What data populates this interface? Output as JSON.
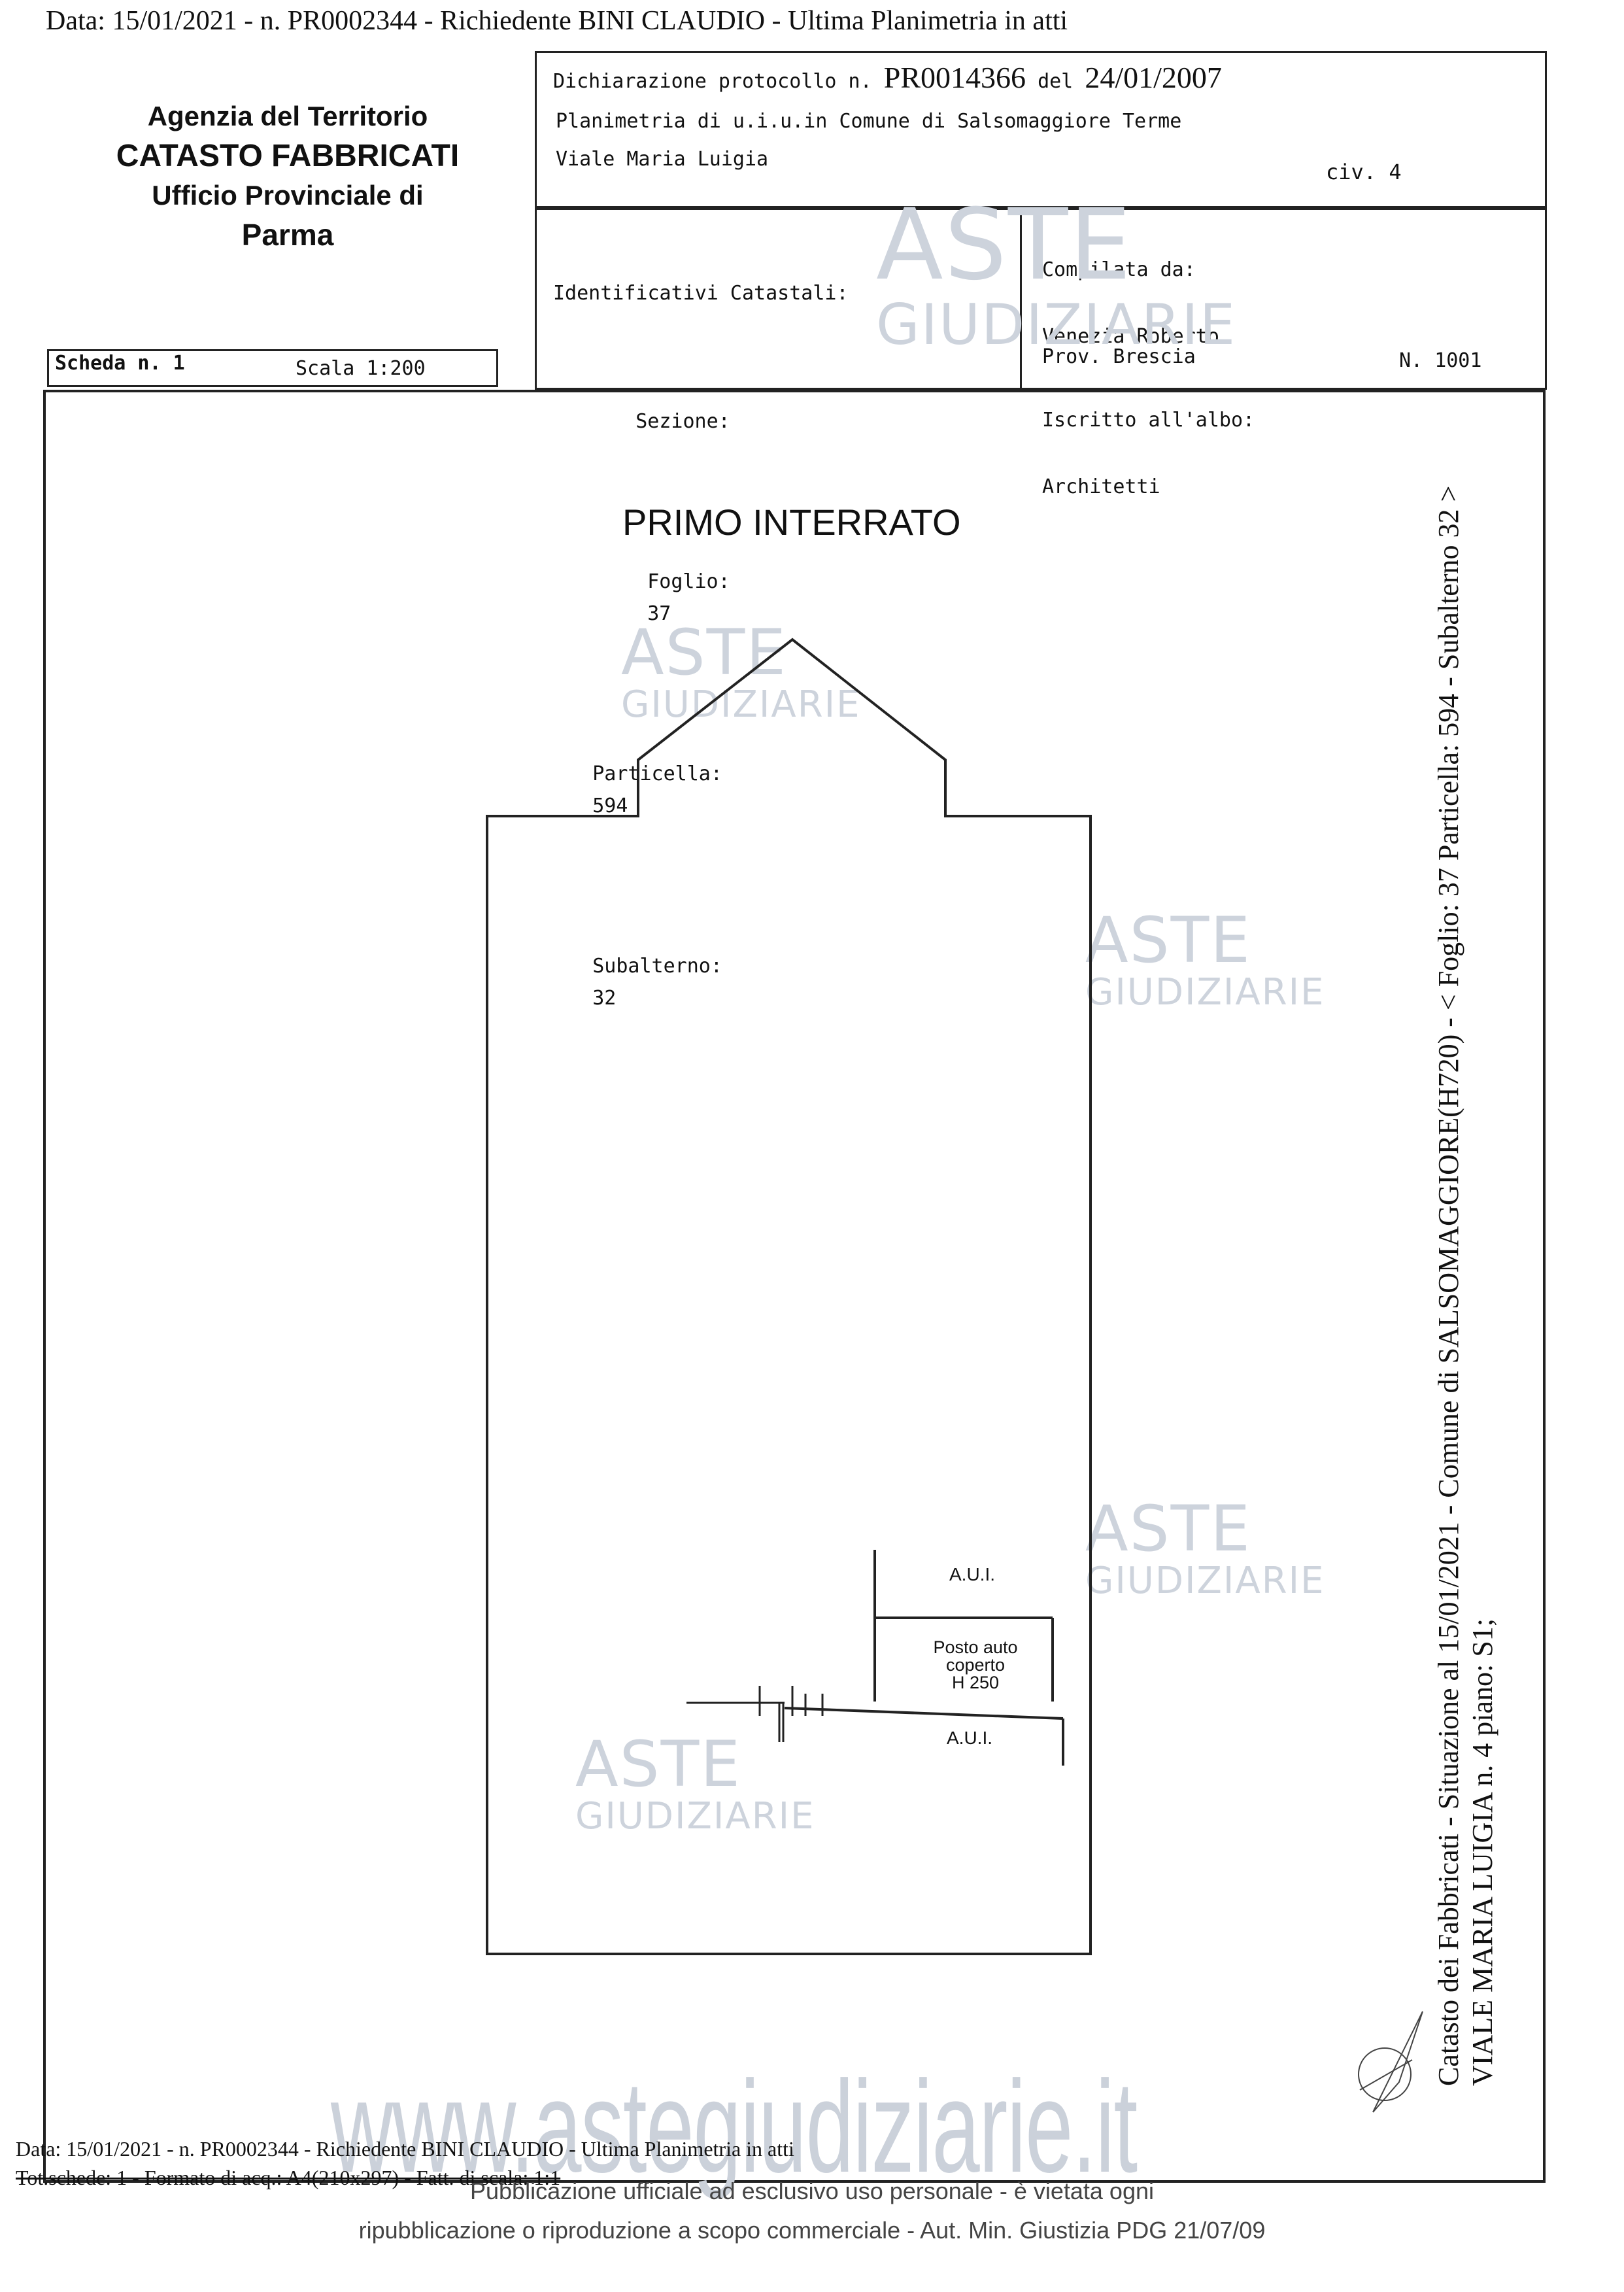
{
  "top_header": "Data: 15/01/2021 - n. PR0002344 - Richiedente BINI CLAUDIO - Ultima Planimetria in atti",
  "agency": {
    "line1": "Agenzia del Territorio",
    "line2": "CATASTO FABBRICATI",
    "line3": "Ufficio Provinciale di",
    "line4": "Parma"
  },
  "declaration": {
    "label": "Dichiarazione protocollo n.",
    "number": "PR0014366",
    "date_label": "del",
    "date": "24/01/2007",
    "planimetria": "Planimetria di u.i.u.in Comune di Salsomaggiore Terme",
    "street": "Viale Maria Luigia",
    "civic": "civ. 4"
  },
  "identifiers": {
    "title": "Identificativi Catastali:",
    "sezione": "Sezione:",
    "foglio_label": "Foglio:",
    "foglio": "37",
    "particella_label": "Particella:",
    "particella": "594",
    "subalterno_label": "Subalterno:",
    "subalterno": "32"
  },
  "compiled": {
    "label": "Compilata da:",
    "name": "Venezia Roberto",
    "albo_label": "Iscritto all'albo:",
    "albo": "Architetti",
    "prov": "Prov. Brescia",
    "n_label": "N.",
    "n": "1001"
  },
  "scheda": {
    "label": "Scheda n. 1",
    "scale": "Scala 1:200"
  },
  "plan": {
    "title": "PRIMO INTERRATO",
    "aui_top": "A.U.I.",
    "posto_line1": "Posto auto",
    "posto_line2": "coperto",
    "posto_line3": "H 250",
    "aui_bottom": "A.U.I."
  },
  "side_text": {
    "line1": "Catasto dei Fabbricati - Situazione al 15/01/2021 - Comune di SALSOMAGGIORE(H720) - < Foglio: 37 Particella: 594 - Subalterno 32 >",
    "line2": "VIALE MARIA LUIGIA n. 4 piano: S1;"
  },
  "watermark": {
    "a": "ASTE",
    "g": "GIUDIZIARIE",
    "url": "www.astegiudiziarie.it"
  },
  "footer": {
    "line1": "Data: 15/01/2021 - n. PR0002344 - Richiedente BINI CLAUDIO - Ultima Planimetria in atti",
    "line2": "Tot.schede: 1 - Formato di acq.: A4(210x297) - Fatt. di scala: 1:1",
    "notice1": "Pubblicazione ufficiale ad esclusivo uso personale - è vietata ogni",
    "notice2": "ripubblicazione o riproduzione a scopo commerciale - Aut. Min. Giustizia PDG 21/07/09"
  }
}
